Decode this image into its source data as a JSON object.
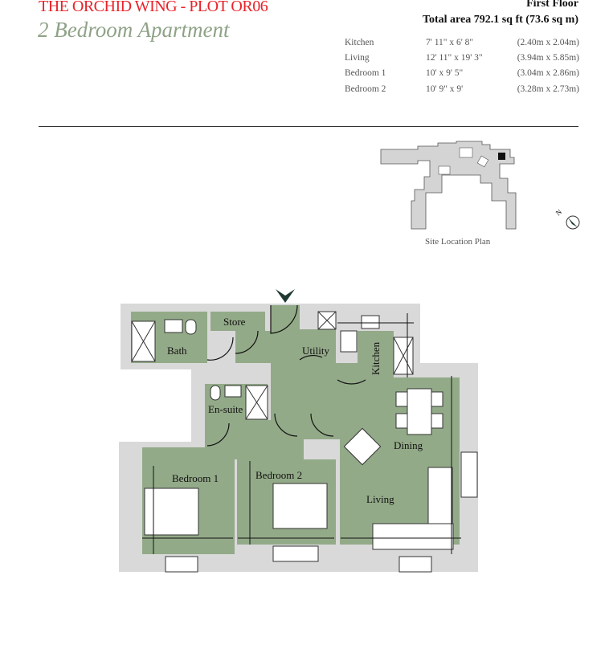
{
  "header": {
    "title": "THE ORCHID WING - PLOT OR06",
    "subtitle": "2 Bedroom Apartment",
    "floor": "First Floor",
    "total_area": "Total area 792.1 sq ft (73.6 sq m)"
  },
  "rooms": [
    {
      "name": "Kitchen",
      "imperial": "7' 11\" x 6' 8\"",
      "metric": "(2.40m x 2.04m)"
    },
    {
      "name": "Living",
      "imperial": "12' 11\" x 19' 3\"",
      "metric": "(3.94m x 5.85m)"
    },
    {
      "name": "Bedroom 1",
      "imperial": "10' x 9' 5\"",
      "metric": "(3.04m x 2.86m)"
    },
    {
      "name": "Bedroom 2",
      "imperial": "10' 9\" x 9'",
      "metric": "(3.28m x 2.73m)"
    }
  ],
  "site_plan": {
    "caption": "Site Location Plan",
    "compass": "N"
  },
  "plan_labels": {
    "store": "Store",
    "bath": "Bath",
    "utility": "Utility",
    "kitchen": "Kitchen",
    "ensuite": "En-suite",
    "dining": "Dining",
    "bedroom1": "Bedroom 1",
    "bedroom2": "Bedroom 2",
    "living": "Living"
  },
  "colors": {
    "title": "#e8232a",
    "subtitle": "#8fa287",
    "room_fill": "#93aa88",
    "wall": "#d9d9d9",
    "entrance": "#1f3a33"
  }
}
